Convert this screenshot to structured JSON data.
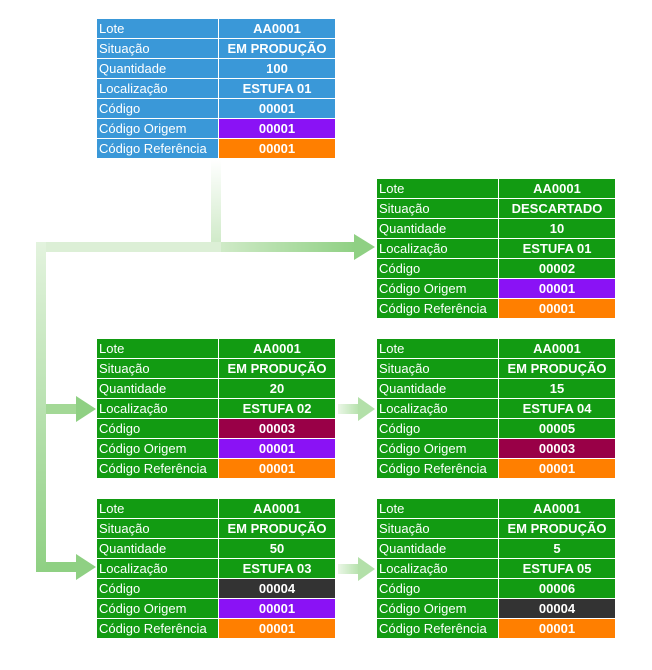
{
  "labels": {
    "lote": "Lote",
    "situacao": "Situação",
    "quantidade": "Quantidade",
    "localizacao": "Localização",
    "codigo": "Código",
    "codigo_origem": "Código Origem",
    "codigo_referencia": "Código Referência"
  },
  "colors": {
    "header_blue": "#3a98d8",
    "card_green": "#129b12",
    "origin_purple": "#8a12f5",
    "reference_orange": "#ff7f00",
    "code_maroon": "#990047",
    "code_dark": "#333333",
    "arrow_green": "#96d48a"
  },
  "cards": [
    {
      "lote": "AA0001",
      "situacao": "EM PRODUÇÃO",
      "quantidade": "100",
      "localizacao": "ESTUFA 01",
      "codigo": "00001",
      "codigo_origem": "00001",
      "codigo_referencia": "00001"
    },
    {
      "lote": "AA0001",
      "situacao": "DESCARTADO",
      "quantidade": "10",
      "localizacao": "ESTUFA 01",
      "codigo": "00002",
      "codigo_origem": "00001",
      "codigo_referencia": "00001"
    },
    {
      "lote": "AA0001",
      "situacao": "EM PRODUÇÃO",
      "quantidade": "20",
      "localizacao": "ESTUFA 02",
      "codigo": "00003",
      "codigo_origem": "00001",
      "codigo_referencia": "00001"
    },
    {
      "lote": "AA0001",
      "situacao": "EM PRODUÇÃO",
      "quantidade": "15",
      "localizacao": "ESTUFA 04",
      "codigo": "00005",
      "codigo_origem": "00003",
      "codigo_referencia": "00001"
    },
    {
      "lote": "AA0001",
      "situacao": "EM PRODUÇÃO",
      "quantidade": "50",
      "localizacao": "ESTUFA 03",
      "codigo": "00004",
      "codigo_origem": "00001",
      "codigo_referencia": "00001"
    },
    {
      "lote": "AA0001",
      "situacao": "EM PRODUÇÃO",
      "quantidade": "5",
      "localizacao": "ESTUFA 05",
      "codigo": "00006",
      "codigo_origem": "00004",
      "codigo_referencia": "00001"
    }
  ]
}
